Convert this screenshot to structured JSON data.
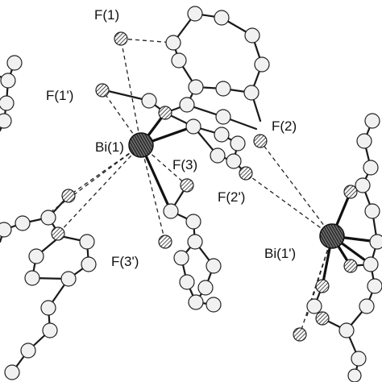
{
  "labels": {
    "f1": "F(1)",
    "f1p": "F(1')",
    "f2": "F(2)",
    "f2p": "F(2')",
    "f3": "F(3)",
    "f3p": "F(3')",
    "bi1": "Bi(1)",
    "bi1p": "Bi(1')"
  },
  "colors": {
    "background": "#ffffff",
    "carbon_fill": "#f1f1f1",
    "line": "#1a1a1a"
  }
}
